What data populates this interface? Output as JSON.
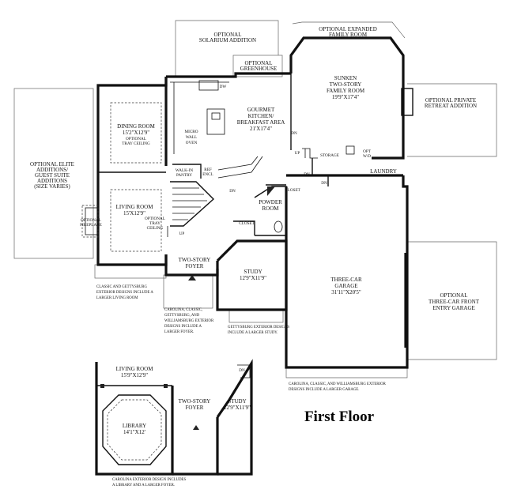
{
  "title": "First Floor",
  "rooms": {
    "solarium": [
      "OPTIONAL",
      "SOLARIUM ADDITION"
    ],
    "expanded_family": [
      "OPTIONAL EXPANDED",
      "FAMILY ROOM"
    ],
    "greenhouse": [
      "OPTIONAL",
      "GREENHOUSE"
    ],
    "sunken_family": [
      "SUNKEN",
      "TWO-STORY",
      "FAMILY ROOM",
      "19'9\"X17'4\""
    ],
    "private_retreat": [
      "OPTIONAL PRIVATE",
      "RETREAT ADDITION"
    ],
    "kitchen": [
      "GOURMET",
      "KITCHEN/",
      "BREAKFAST AREA",
      "21'X17'4\""
    ],
    "dining": [
      "DINING ROOM",
      "15'2\"X12'9\"",
      "OPTIONAL",
      "TRAY CEILING"
    ],
    "micro_wall_oven": [
      "MICRO",
      "WALL",
      "OVEN"
    ],
    "elite_additions": [
      "OPTIONAL ELITE",
      "ADDITIONS/",
      "GUEST SUITE",
      "ADDITIONS",
      "(SIZE VARIES)"
    ],
    "walk_in_pantry": [
      "WALK-IN",
      "PANTRY"
    ],
    "ref_encl": [
      "REF",
      "ENCL"
    ],
    "storage": "STORAGE",
    "opt_wd": [
      "OPT",
      "W/D"
    ],
    "laundry": "LAUNDRY",
    "closet1": "CLOSET",
    "closet2": "CLOSET",
    "living": [
      "LIVING ROOM",
      "15'X12'9\"",
      "OPTIONAL",
      "TRAY",
      "CEILING"
    ],
    "optional_fireplace": [
      "OPTIONAL",
      "FIREPLACE"
    ],
    "powder_room": [
      "POWDER",
      "ROOM"
    ],
    "foyer": [
      "TWO-STORY",
      "FOYER"
    ],
    "study": [
      "STUDY",
      "12'9\"X11'9\""
    ],
    "garage": [
      "THREE-CAR",
      "GARAGE",
      "31'11\"X20'5\""
    ],
    "front_entry_garage": [
      "OPTIONAL",
      "THREE-CAR FRONT",
      "ENTRY GARAGE"
    ],
    "living_alt": [
      "LIVING ROOM",
      "15'9\"X12'9\""
    ],
    "library": [
      "LIBRARY",
      "14'1\"X12'"
    ],
    "foyer_alt": [
      "TWO-STORY",
      "FOYER"
    ],
    "study_alt": [
      "STUDY",
      "12'9\"X11'9\""
    ]
  },
  "labels": {
    "dw": "DW",
    "up1": "UP",
    "dn1": "DN",
    "dn2": "DN",
    "dn3": "DN",
    "dn4": "DN",
    "up2": "UP",
    "dn5": "DN"
  },
  "notes": {
    "classic_gettysburg": [
      "CLASSIC AND GETTYSBURG",
      "EXTERIOR DESIGNS INCLUDE A",
      "LARGER LIVING ROOM"
    ],
    "carolina_foyer": [
      "CAROLINA, CLASSIC,",
      "GETTYSBURG, AND",
      "WILLIAMSBURG EXTERIOR",
      "DESIGNS INCLUDE A",
      "LARGER FOYER."
    ],
    "gettysburg_study": [
      "GETTYSBURG EXTERIOR DESIGNS",
      "INCLUDE A LARGER STUDY."
    ],
    "carolina_garage": [
      "CAROLINA, CLASSIC, AND WILLIAMSBURG EXTERIOR",
      "DESIGNS INCLUDE A LARGER GARAGE."
    ],
    "carolina_library": [
      "CAROLINA EXTERIOR DESIGN INCLUDES",
      "A LIBRARY AND A LARGER FOYER."
    ]
  }
}
